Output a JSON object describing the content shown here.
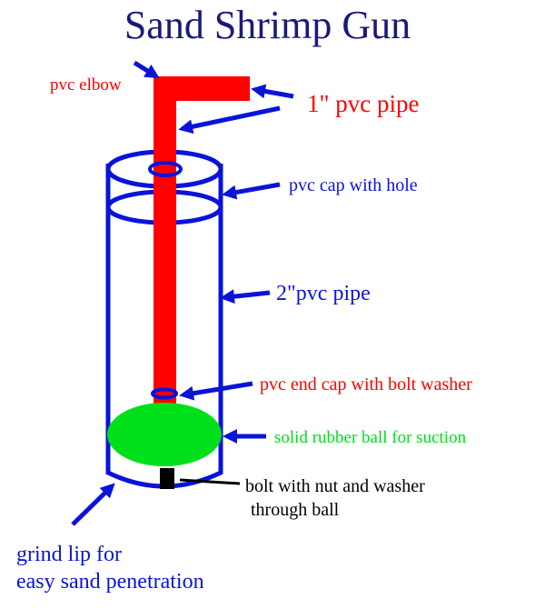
{
  "title": "Sand Shrimp Gun",
  "labels": {
    "pvc_elbow": "pvc elbow",
    "pipe_1in": "1\" pvc pipe",
    "cap_hole": "pvc cap with hole",
    "pipe_2in": "2\"pvc pipe",
    "end_cap": "pvc end cap with bolt washer",
    "rubber_ball": "solid rubber ball for suction",
    "bolt_line1": "bolt with nut and washer",
    "bolt_line2": "through ball",
    "grind_line1": "grind lip for",
    "grind_line2": "easy sand penetration"
  },
  "colors": {
    "title": "#1a1a7a",
    "red": "#ff0000",
    "blue": "#0a14d8",
    "green": "#00e01a",
    "black": "#000000"
  }
}
